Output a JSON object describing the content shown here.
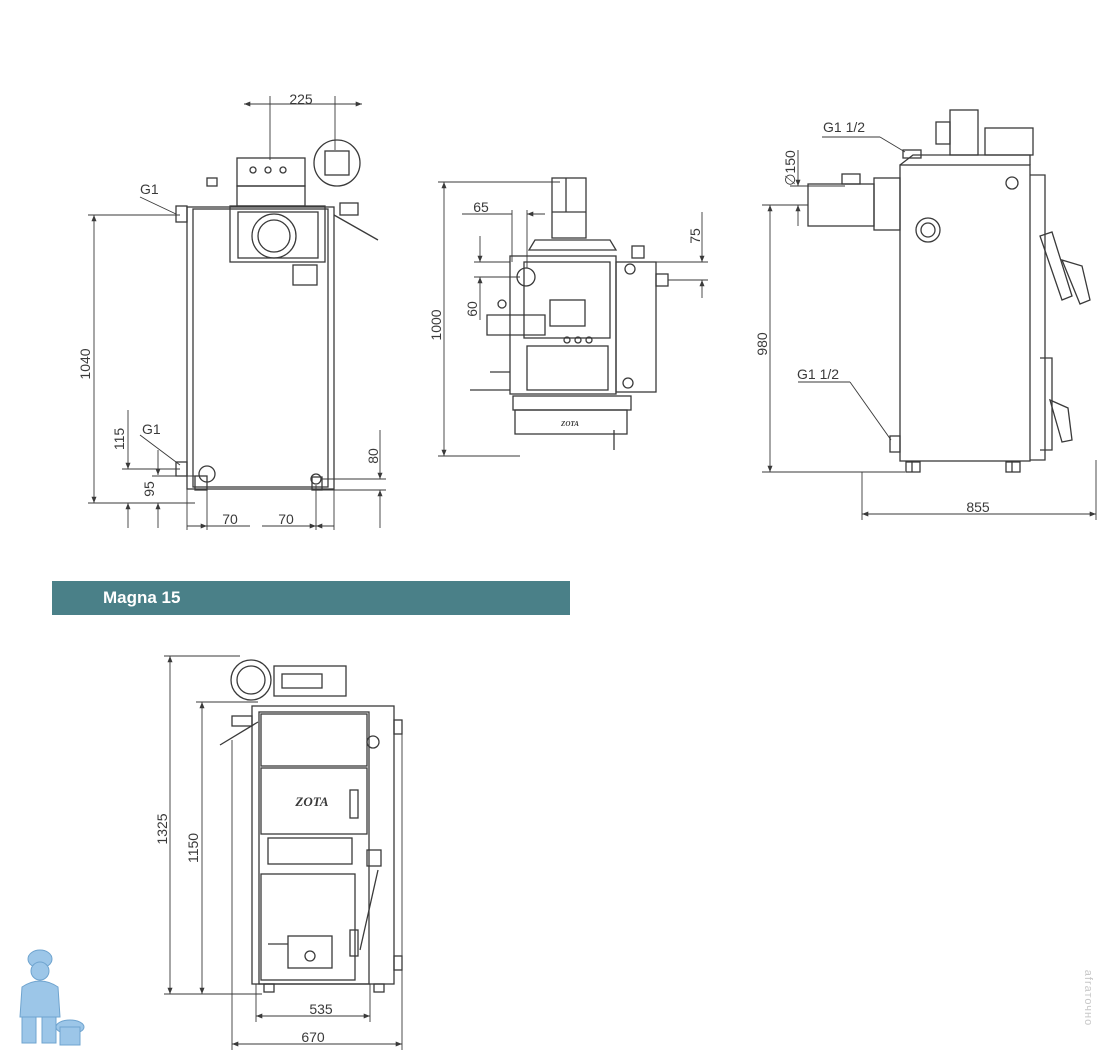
{
  "colors": {
    "line": "#3a3a3a",
    "banner": "#4a8088",
    "mascot": "#9cc6e8"
  },
  "views": {
    "front": {
      "d225": "225",
      "g1_top": "G1",
      "d1040": "1040",
      "g1_bottom": "G1",
      "d115": "115",
      "d95": "95",
      "d80": "80",
      "d70a": "70",
      "d70b": "70"
    },
    "side": {
      "d65": "65",
      "d75": "75",
      "d60": "60",
      "d1000": "1000",
      "brand": "ZOTA"
    },
    "right": {
      "g1_1_2_top": "G1 1/2",
      "d150": "∅150",
      "d980": "980",
      "g1_1_2_bottom": "G1 1/2",
      "d855": "855"
    },
    "magna": {
      "d1325": "1325",
      "d1150": "1150",
      "d535": "535",
      "d670": "670",
      "brand": "ZOTA"
    }
  },
  "section_title": "Magna 15",
  "icons": {
    "mascot": "plumber-mascot-icon"
  }
}
